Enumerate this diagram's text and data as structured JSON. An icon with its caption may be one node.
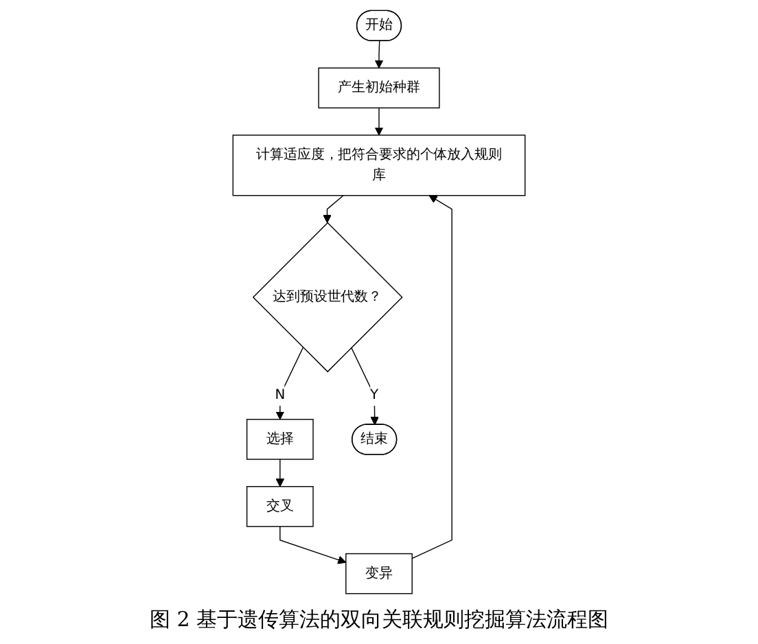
{
  "diagram": {
    "caption": "图 2 基于遗传算法的双向关联规则挖掘算法流程图",
    "nodes": [
      {
        "text": [
          "开始"
        ]
      },
      {
        "text": [
          "产生初始种群"
        ]
      },
      {
        "text": [
          "计算适应度，把符合要求的个体放入规则库"
        ]
      },
      {
        "text": [
          "达到预设世代数？"
        ]
      },
      {
        "text": [
          "选择"
        ]
      },
      {
        "text": [
          "交叉"
        ]
      },
      {
        "text": [
          "变异"
        ]
      },
      {
        "text": [
          "结束"
        ]
      }
    ],
    "edges": [
      {
        "from": 0,
        "to": 1,
        "arrow": "to"
      },
      {
        "from": 1,
        "to": 2,
        "arrow": "to"
      },
      {
        "from": 2,
        "to": 3,
        "arrow": "to"
      },
      {
        "from": 3,
        "to": 4,
        "arrow": "to",
        "label": "N"
      },
      {
        "from": 3,
        "to": 7,
        "arrow": "to",
        "label": "Y"
      },
      {
        "from": 4,
        "to": 5,
        "arrow": "to"
      },
      {
        "from": 5,
        "to": 6,
        "arrow": "to"
      },
      {
        "from": 6,
        "to": 2,
        "arrow": "to"
      }
    ]
  }
}
